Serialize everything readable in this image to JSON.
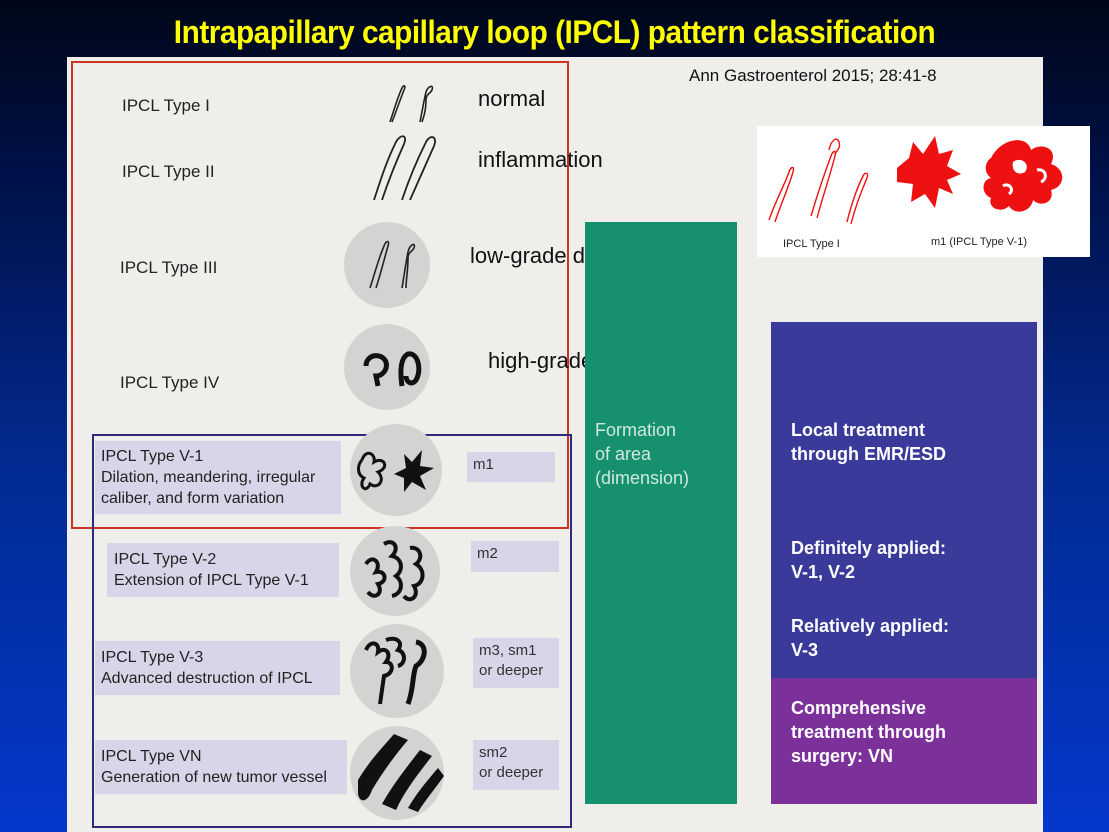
{
  "title": "Intrapapillary capillary loop (IPCL) pattern classification",
  "citation": "Ann Gastroenterol 2015; 28:41-8",
  "rows": [
    {
      "label": "IPCL Type I",
      "annotation": "normal"
    },
    {
      "label": "IPCL Type II",
      "annotation": "inflammation"
    },
    {
      "label": "IPCL Type III",
      "annotation": "low-grade dysplasia"
    },
    {
      "label": "IPCL Type IV",
      "annotation": "high-grade dysplasia"
    }
  ],
  "v_rows": [
    {
      "line1": "IPCL Type V-1",
      "line2": "Dilation, meandering, irregular",
      "line3": "caliber, and form variation",
      "depth1": "m1",
      "depth2": ""
    },
    {
      "line1": "IPCL Type V-2",
      "line2": "Extension of IPCL Type V-1",
      "line3": "",
      "depth1": "m2",
      "depth2": ""
    },
    {
      "line1": "IPCL Type V-3",
      "line2": "Advanced destruction of IPCL",
      "line3": "",
      "depth1": "m3, sm1",
      "depth2": "or deeper"
    },
    {
      "line1": "IPCL Type VN",
      "line2": "Generation of new tumor vessel",
      "line3": "",
      "depth1": "sm2",
      "depth2": "or deeper"
    }
  ],
  "green_col": {
    "line1": "Formation",
    "line2": "of area",
    "line3": "(dimension)"
  },
  "blue_col": {
    "local": "Local treatment\nthrough EMR/ESD",
    "definite": "Definitely applied:\nV-1, V-2",
    "relative": "Relatively applied:\nV-3"
  },
  "purple_col": {
    "text": "Comprehensive\ntreatment through\nsurgery: VN"
  },
  "inset": {
    "left_caption": "IPCL Type I",
    "right_caption": "m1  (IPCL Type V-1)"
  },
  "colors": {
    "title": "#ffff00",
    "green": "#16906e",
    "blue": "#3a3a9a",
    "purple": "#7c319a",
    "red_frame": "#cc3322",
    "inset_vessel": "#ee1111"
  }
}
